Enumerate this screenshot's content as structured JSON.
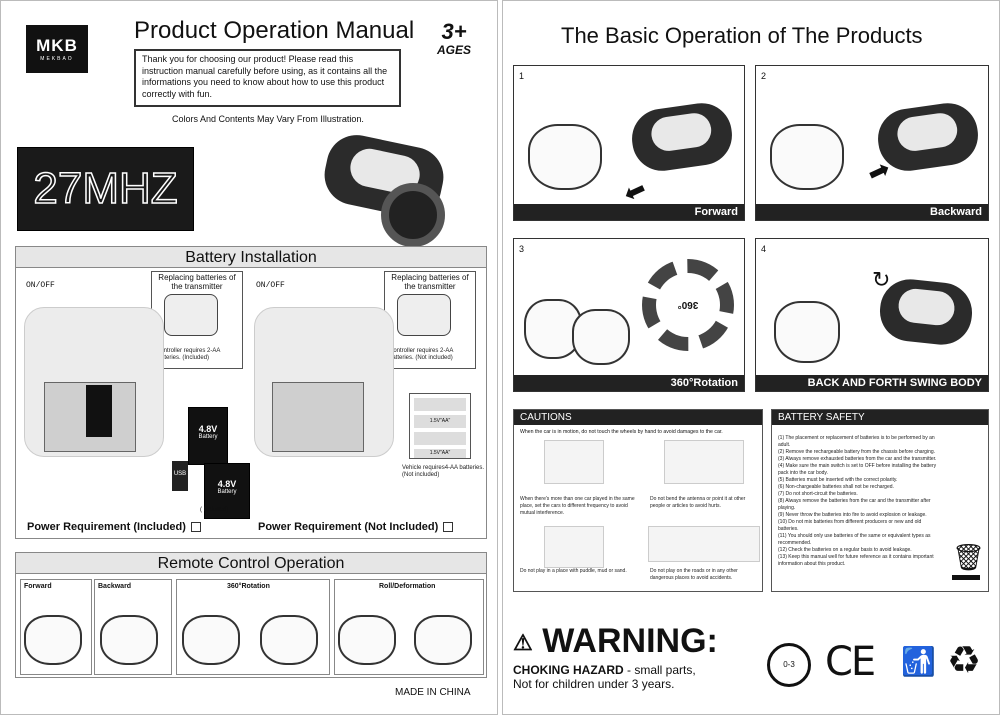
{
  "left": {
    "brand": {
      "logo": "MKB",
      "sub": "MEKBAO"
    },
    "title": "Product Operation Manual",
    "age": {
      "num": "3+",
      "label": "AGES"
    },
    "intro": "Thank you for choosing our product! Please read this instruction manual carefully before using, as it contains all the informations you need to know about how to use this product correctly with fun.",
    "colors_note": "Colors And Contents May Vary From Illustration.",
    "frequency": "27MHZ",
    "battery_section": {
      "title": "Battery Installation",
      "onoff": "ON/OFF",
      "replacing": "Replacing batteries of the transmitter",
      "note_included": "Controller requires 2-AA batteries. (Included)",
      "note_not_included": "Controller requires 2-AA batteries. (Not included)",
      "pack_label": "4.8V",
      "pack_sub": "Battery",
      "usb": "USB",
      "included_tag": "( Included)",
      "aa_label": "1.5V\"AA\"",
      "vehicle_note": "Vehicle requires4-AA batteries. (Not included)",
      "power_included": "Power Requirement (Included)",
      "power_not_included": "Power Requirement (Not Included)"
    },
    "remote_section": {
      "title": "Remote Control Operation",
      "labels": [
        "Forward",
        "Backward",
        "360°Rotation",
        "Roll/Deformation"
      ]
    },
    "made_in": "MADE IN CHINA"
  },
  "right": {
    "title": "The Basic Operation of The Products",
    "panels": [
      {
        "num": "1",
        "caption": "Forward"
      },
      {
        "num": "2",
        "caption": "Backward"
      },
      {
        "num": "3",
        "caption": "360°Rotation"
      },
      {
        "num": "4",
        "caption": "BACK AND FORTH SWING BODY"
      }
    ],
    "rotation_text": "360°",
    "cautions": {
      "title": "CAUTIONS",
      "intro": "When the car is in motion, do not touch the wheels by hand to avoid damages to the car.",
      "items": [
        "When there's more than one car played in the same place, set the cars to different frequency to avoid mutual interference.",
        "Do not bend the antenna or point it at other people or articles to avoid hurts.",
        "Do not play in a place with puddle, mud or sand.",
        "Do not play on the roads or in any other dangerous places to avoid accidents."
      ]
    },
    "battery_safety": {
      "title": "BATTERY SAFETY",
      "items": [
        "(1) The placement or replacement of batteries is to be performed by an adult.",
        "(2) Remove the rechargeable battery from the chassis before charging.",
        "(3) Always remove exhausted batteries from the car and the transmitter.",
        "(4) Make sure the main switch is set to OFF before installing the battery pack into the car body.",
        "(5) Batteries must be inserted with the correct polarity.",
        "(6) Non-chargeable batteries shall not be recharged.",
        "(7) Do not short-circuit the batteries.",
        "(8) Always remove the batteries from the car and the transmitter after playing.",
        "(9) Never throw the batteries into fire to avoid explosion or leakage.",
        "(10) Do not mix batteries from different producers or new and old batteries.",
        "(11) You should only use batteries of the same or equivalent types as recommended.",
        "(12) Check the batteries on a regular basis to avoid leakage.",
        "(13) Keep this manual well for future reference as it contains important information about this product."
      ]
    },
    "warning": {
      "title": "WARNING:",
      "hazard": "CHOKING HAZARD",
      "hazard_rest": " - small parts,",
      "line2": "Not for children under 3 years."
    },
    "marks": {
      "age_mark": "0-3",
      "ce": "CE"
    }
  }
}
